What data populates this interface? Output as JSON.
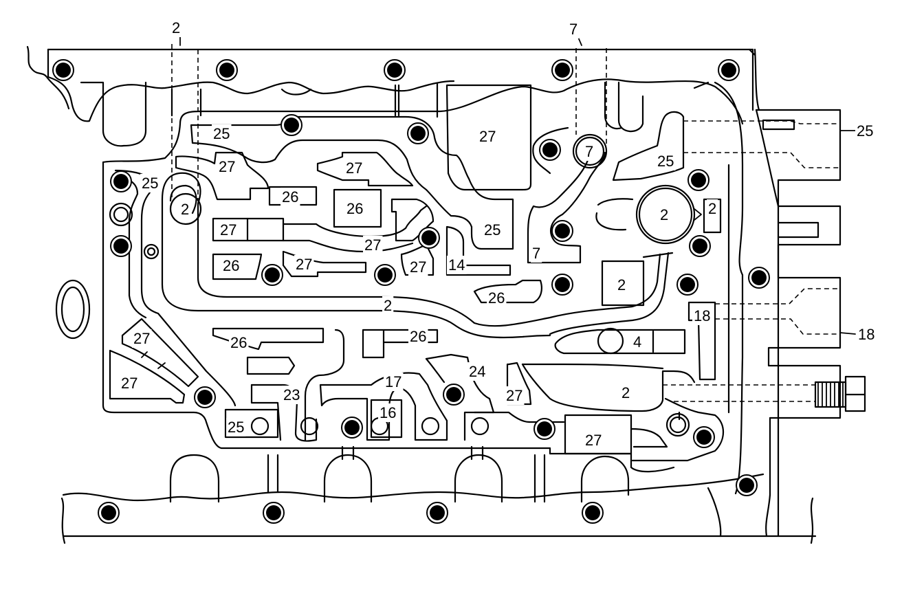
{
  "diagram": {
    "background_color": "#ffffff",
    "line_color": "#000000",
    "callouts": [
      {
        "id": "c-top-2",
        "text": "2"
      },
      {
        "id": "c-top-7",
        "text": "7"
      },
      {
        "id": "c-right-25",
        "text": "25"
      },
      {
        "id": "c-right-18",
        "text": "18"
      }
    ],
    "passage_labels": [
      {
        "id": "p01",
        "text": "25"
      },
      {
        "id": "p02",
        "text": "27"
      },
      {
        "id": "p03",
        "text": "7"
      },
      {
        "id": "p04",
        "text": "27"
      },
      {
        "id": "p05",
        "text": "27"
      },
      {
        "id": "p06",
        "text": "25"
      },
      {
        "id": "p07",
        "text": "25"
      },
      {
        "id": "p08",
        "text": "26"
      },
      {
        "id": "p09",
        "text": "26"
      },
      {
        "id": "p10",
        "text": "2"
      },
      {
        "id": "p11",
        "text": "2"
      },
      {
        "id": "p12",
        "text": "2"
      },
      {
        "id": "p13",
        "text": "27"
      },
      {
        "id": "p14",
        "text": "25"
      },
      {
        "id": "p15",
        "text": "27"
      },
      {
        "id": "p16",
        "text": "26"
      },
      {
        "id": "p17",
        "text": "27"
      },
      {
        "id": "p18",
        "text": "27"
      },
      {
        "id": "p19",
        "text": "14"
      },
      {
        "id": "p20",
        "text": "7"
      },
      {
        "id": "p21",
        "text": "2"
      },
      {
        "id": "p22",
        "text": "26"
      },
      {
        "id": "p23",
        "text": "2"
      },
      {
        "id": "p24",
        "text": "18"
      },
      {
        "id": "p25",
        "text": "27"
      },
      {
        "id": "p26",
        "text": "26"
      },
      {
        "id": "p27",
        "text": "26"
      },
      {
        "id": "p28",
        "text": "4"
      },
      {
        "id": "p29",
        "text": "27"
      },
      {
        "id": "p30",
        "text": "17"
      },
      {
        "id": "p31",
        "text": "24"
      },
      {
        "id": "p32",
        "text": "23"
      },
      {
        "id": "p33",
        "text": "27"
      },
      {
        "id": "p34",
        "text": "2"
      },
      {
        "id": "p35",
        "text": "16"
      },
      {
        "id": "p36",
        "text": "25"
      },
      {
        "id": "p37",
        "text": "27"
      }
    ]
  }
}
